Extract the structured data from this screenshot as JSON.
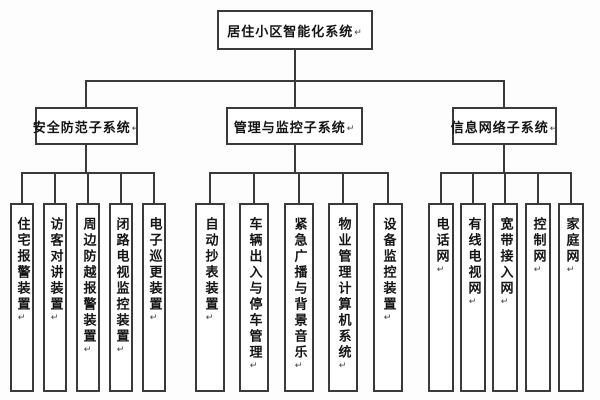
{
  "mark": "↵",
  "colors": {
    "background": "#fdfdfd",
    "box_fill": "#ffffff",
    "border": "#3a3a3a",
    "line": "#3a3a3a",
    "text": "#141414"
  },
  "tree": {
    "root": {
      "label": "居住小区智能化系统"
    },
    "branches": [
      {
        "label": "安全防范子系统",
        "children": [
          "住宅报警装置",
          "访客对讲装置",
          "周边防越报警装置",
          "闭路电视监控装置",
          "电子巡更装置"
        ]
      },
      {
        "label": "管理与监控子系统",
        "children": [
          "自动抄表装置",
          "车辆出入与停车管理",
          "紧急广播与背景音乐",
          "物业管理计算机系统",
          "设备监控装置"
        ]
      },
      {
        "label": "信息网络子系统",
        "children": [
          "电话网",
          "有线电视网",
          "宽带接入网",
          "控制网",
          "家庭网"
        ]
      }
    ]
  }
}
